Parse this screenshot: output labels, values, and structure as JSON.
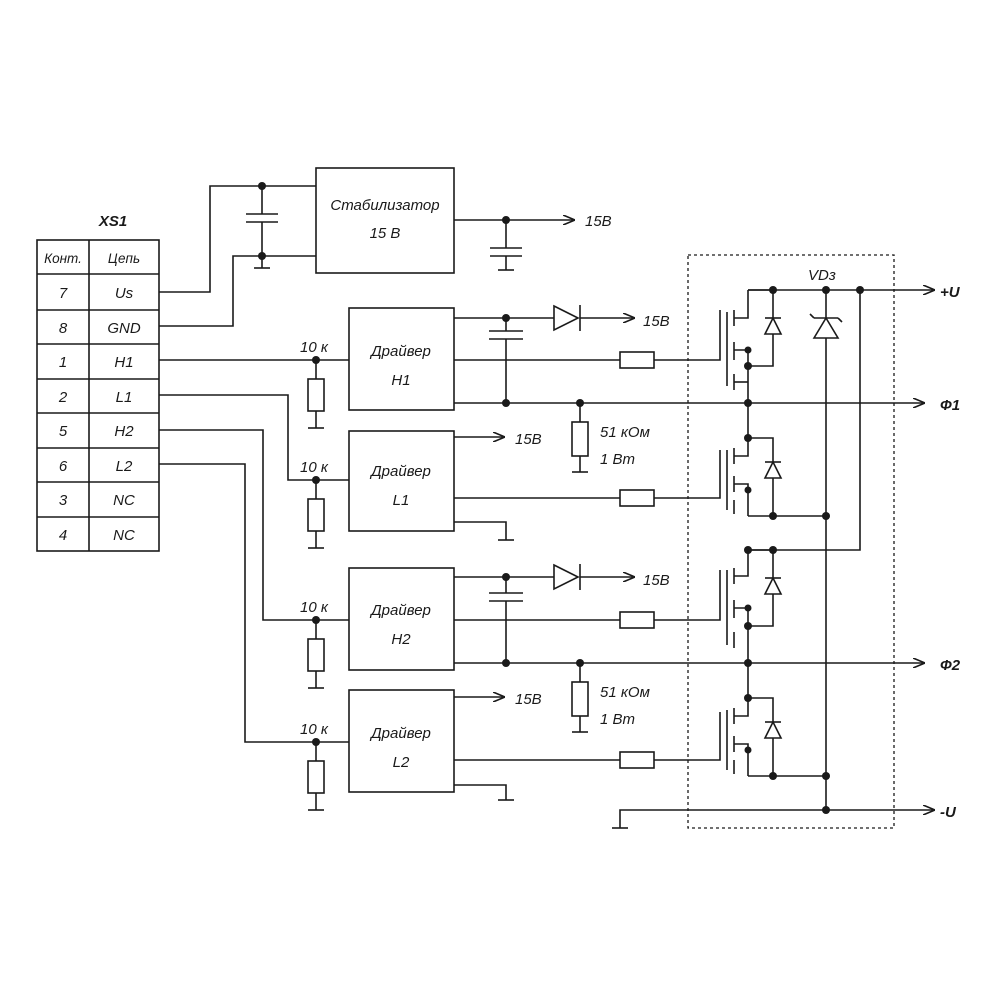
{
  "connector": {
    "title": "XS1",
    "header": [
      "Конт.",
      "Цепь"
    ],
    "rows": [
      [
        "7",
        "Us"
      ],
      [
        "8",
        "GND"
      ],
      [
        "1",
        "H1"
      ],
      [
        "2",
        "L1"
      ],
      [
        "5",
        "H2"
      ],
      [
        "6",
        "L2"
      ],
      [
        "3",
        "NC"
      ],
      [
        "4",
        "NC"
      ]
    ]
  },
  "stabilizer": {
    "line1": "Стабилизатор",
    "line2": "15 В"
  },
  "drivers": [
    {
      "line1": "Драйвер",
      "line2": "H1",
      "resistor": "10 к"
    },
    {
      "line1": "Драйвер",
      "line2": "L1",
      "resistor": "10 к"
    },
    {
      "line1": "Драйвер",
      "line2": "H2",
      "resistor": "10 к"
    },
    {
      "line1": "Драйвер",
      "line2": "L2",
      "resistor": "10 к"
    }
  ],
  "supply_labels": [
    "15В",
    "15В",
    "15В",
    "15В",
    "15В"
  ],
  "load_resistors": [
    {
      "value": "51 кОм",
      "power": "1 Вт"
    },
    {
      "value": "51 кОм",
      "power": "1 Вт"
    }
  ],
  "diode_label": "VDз",
  "outputs": [
    "+U",
    "Ф1",
    "Ф2",
    "-U"
  ]
}
